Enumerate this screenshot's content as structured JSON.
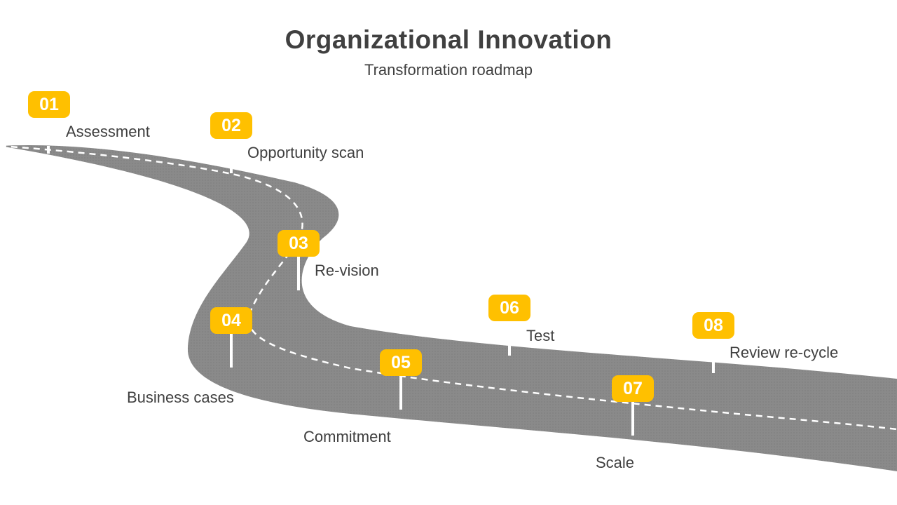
{
  "header": {
    "title": "Organizational Innovation",
    "subtitle": "Transformation roadmap"
  },
  "colors": {
    "road": "#8a8a8a",
    "lane_marking": "#ffffff",
    "badge": "#FFC000",
    "text": "#404040"
  },
  "steps": [
    {
      "number": "01",
      "label": "Assessment"
    },
    {
      "number": "02",
      "label": "Opportunity scan"
    },
    {
      "number": "03",
      "label": "Re-vision"
    },
    {
      "number": "04",
      "label": "Business cases"
    },
    {
      "number": "05",
      "label": "Commitment"
    },
    {
      "number": "06",
      "label": "Test"
    },
    {
      "number": "07",
      "label": "Scale"
    },
    {
      "number": "08",
      "label": "Review re-cycle"
    }
  ]
}
